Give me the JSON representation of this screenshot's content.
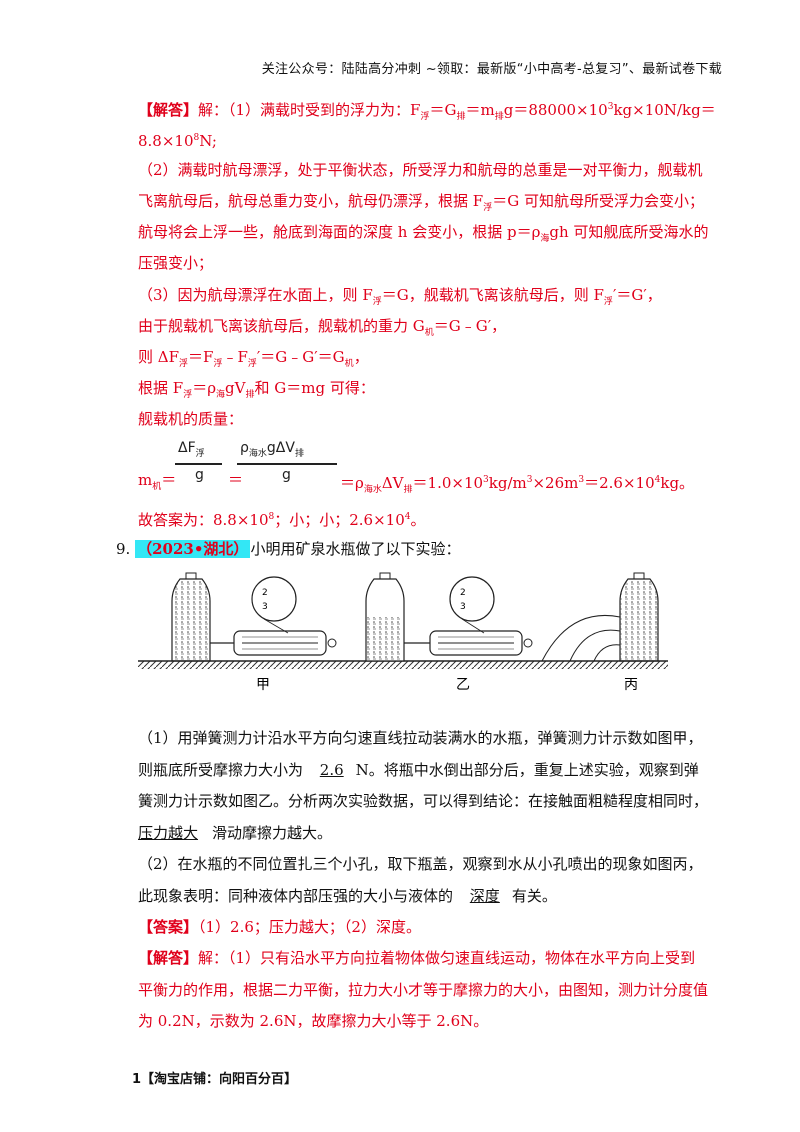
{
  "header": "关注公众号：陆陆高分冲刺 ~领取：最新版“小中高考-总复习”、最新试卷下载",
  "sol8": {
    "l1_a": "【解答】",
    "l1_b": "解：（1）满载时受到的浮力为：F",
    "l1_c": "＝G",
    "l1_d": "＝m",
    "l1_e": "g＝88000×10",
    "l1_f": "kg×10N/kg＝",
    "l2_a": "8.8×10",
    "l2_b": "N;",
    "l3": "（2）满载时航母漂浮，处于平衡状态，所受浮力和航母的总重是一对平衡力，舰载机",
    "l4": "飞离航母后，航母总重力变小，航母仍漂浮，根据 F",
    "l4_b": "＝G 可知航母所受浮力会变小；",
    "l5_a": "航母将会上浮一些，舱底到海面的深度 h 会变小，根据 p＝ρ",
    "l5_b": "gh 可知舰底所受海水的",
    "l6": "压强变小；",
    "l7_a": "（3）因为航母漂浮在水面上，则 F",
    "l7_b": "＝G，舰载机飞离该航母后，则 F",
    "l7_c": "′＝G′，",
    "l8": "由于舰载机飞离该航母后，舰载机的重力 G",
    "l8_b": "＝G﹣G′，",
    "l9_a": "则 ΔF",
    "l9_b": "＝F",
    "l9_c": "﹣F",
    "l9_d": "′＝G﹣G′＝G",
    "l9_e": "，",
    "l10_a": "根据 F",
    "l10_b": "＝ρ",
    "l10_c": "gV",
    "l10_d": "和 G＝mg 可得：",
    "l11": "舰载机的质量：",
    "frac1_num": "ΔF",
    "frac1_den": "g",
    "frac2_num": "ρ",
    "frac2_num_b": "gΔV",
    "frac2_den": "g",
    "l12_a": "m",
    "l12_b": "＝",
    "l12_c": "＝",
    "l12_d": "＝ρ",
    "l12_e": "ΔV",
    "l12_f": "＝1.0×10",
    "l12_g": "kg/m",
    "l12_h": "×26m",
    "l12_i": "＝2.6×10",
    "l12_j": "kg。",
    "l13_a": "故答案为：8.8×10",
    "l13_b": "；小；小；2.6×10",
    "l13_c": "。",
    "sub_fu": "浮",
    "sub_pai": "排",
    "sub_hai": "海",
    "sub_haishui": "海水",
    "sub_ji": "机",
    "sup3": "3",
    "sup8": "8",
    "sup4": "4"
  },
  "q9": {
    "num": "9.",
    "tag": "（2023•湖北）",
    "stem": "小明用矿泉水瓶做了以下实验：",
    "fig_labels": [
      "甲",
      "乙",
      "丙"
    ],
    "p1_l1": "（1）用弹簧测力计沿水平方向匀速直线拉动装满水的水瓶，弹簧测力计示数如图甲，",
    "p1_l2_a": "则瓶底所受摩擦力大小为",
    "p1_blank1": "2.6",
    "p1_l2_b": "N。将瓶中水倒出部分后，重复上述实验，观察到弹",
    "p1_l3": "簧测力计示数如图乙。分析两次实验数据，可以得到结论：在接触面粗糙程度相同时，",
    "p1_blank2": "压力越大",
    "p1_l4_b": "滑动摩擦力越大。",
    "p2_l1": "（2）在水瓶的不同位置扎三个小孔，取下瓶盖，观察到水从小孔喷出的现象如图丙，",
    "p2_l2_a": "此现象表明：同种液体内部压强的大小与液体的",
    "p2_blank": "深度",
    "p2_l2_b": "有关。",
    "ans_a": "【答案】",
    "ans_b": "（1）2.6；压力越大；（2）深度。",
    "sol_a": "【解答】",
    "sol_b": "解：（1）只有沿水平方向拉着物体做匀速直线运动，物体在水平方向上受到",
    "sol_l2": "平衡力的作用，根据二力平衡，拉力大小才等于摩擦力的大小，由图知，测力计分度值",
    "sol_l3": "为 0.2N，示数为 2.6N，故摩擦力大小等于 2.6N。",
    "scale_digits": [
      "2",
      "3"
    ]
  },
  "footer": "1【淘宝店铺：向阳百分百】"
}
